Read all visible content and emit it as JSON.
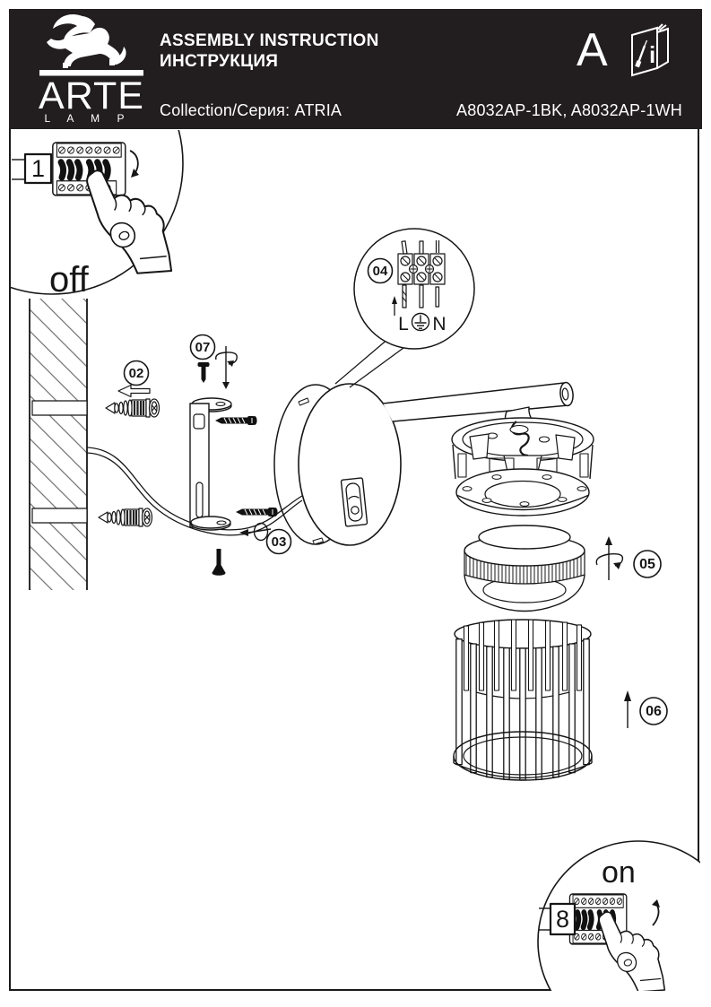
{
  "header": {
    "bg_color": "#221d1e",
    "brand_name": "ARTE",
    "brand_sub": "L A M P",
    "title_line1": "ASSEMBLY INSTRUCTION",
    "title_line2": "ИНСТРУКЦИЯ",
    "collection": "Collection/Серия: ATRIA",
    "models": "A8032AP-1BK, A8032AP-1WH",
    "doc_letter": "A",
    "booklet_letter": "i"
  },
  "diagram": {
    "step_off": {
      "number": "1",
      "label": "off"
    },
    "step_on": {
      "number": "8",
      "label": "on"
    },
    "marker_02": "02",
    "marker_03": "03",
    "marker_04": "04",
    "marker_05": "05",
    "marker_06": "06",
    "marker_07": "07",
    "terminal_left": "L",
    "terminal_right": "N"
  }
}
